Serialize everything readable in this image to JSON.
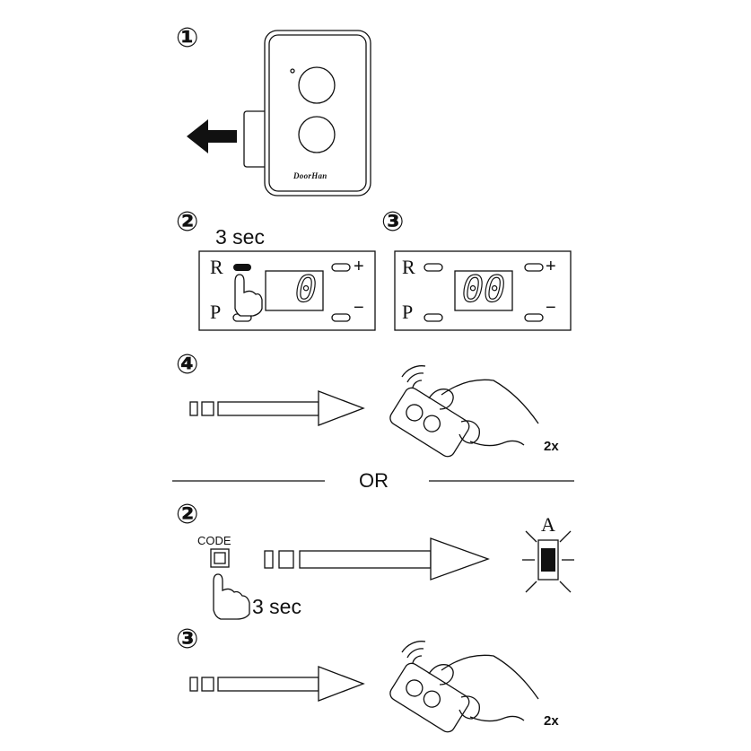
{
  "steps": {
    "s1": "①",
    "s2a": "②",
    "s3a": "③",
    "s4": "④",
    "s2b": "②",
    "s3b": "③"
  },
  "timing": {
    "hold_top": "3 sec",
    "hold_bottom": "3 sec"
  },
  "receiver_panel": {
    "r_label": "R",
    "p_label": "P",
    "plus_label": "+",
    "minus_label": "−",
    "display_step2": "0",
    "display_step3": "00"
  },
  "separator": {
    "text": "OR"
  },
  "repeat": {
    "top": "2x",
    "bottom": "2x"
  },
  "code_button": {
    "label": "CODE"
  },
  "led": {
    "label": "A"
  },
  "remote": {
    "brand": "DoorHan"
  }
}
